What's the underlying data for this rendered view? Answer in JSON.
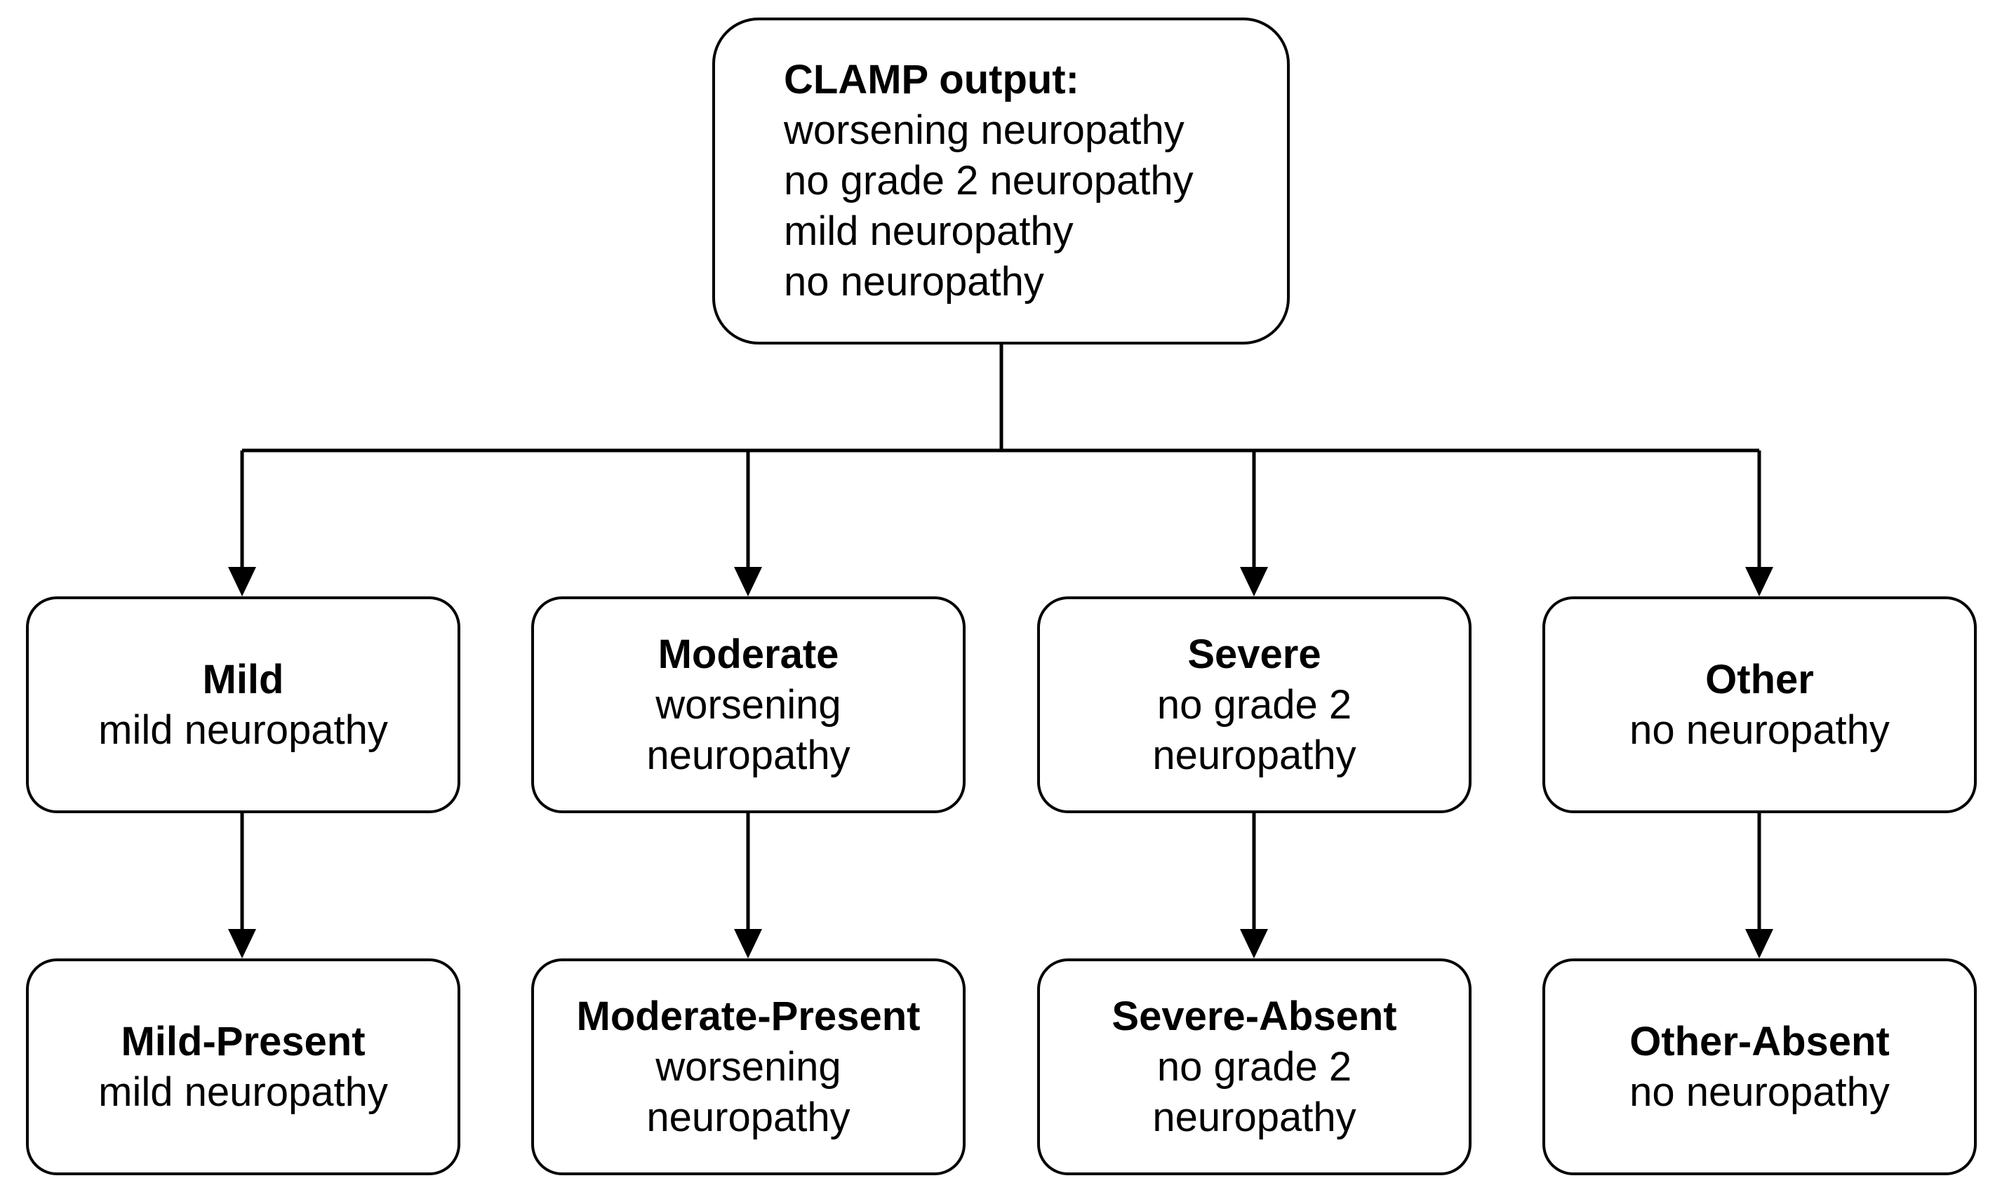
{
  "root": {
    "title": "CLAMP output:",
    "lines": [
      "worsening neuropathy",
      "no grade 2 neuropathy",
      "mild neuropathy",
      "no neuropathy"
    ]
  },
  "categories": [
    {
      "title": "Mild",
      "body": "mild neuropathy"
    },
    {
      "title": "Moderate",
      "body": "worsening\nneuropathy"
    },
    {
      "title": "Severe",
      "body": "no grade 2\nneuropathy"
    },
    {
      "title": "Other",
      "body": "no neuropathy"
    }
  ],
  "outcomes": [
    {
      "title": "Mild-Present",
      "body": "mild neuropathy"
    },
    {
      "title": "Moderate-Present",
      "body": "worsening\nneuropathy"
    },
    {
      "title": "Severe-Absent",
      "body": "no grade 2\nneuropathy"
    },
    {
      "title": "Other-Absent",
      "body": "no neuropathy"
    }
  ]
}
